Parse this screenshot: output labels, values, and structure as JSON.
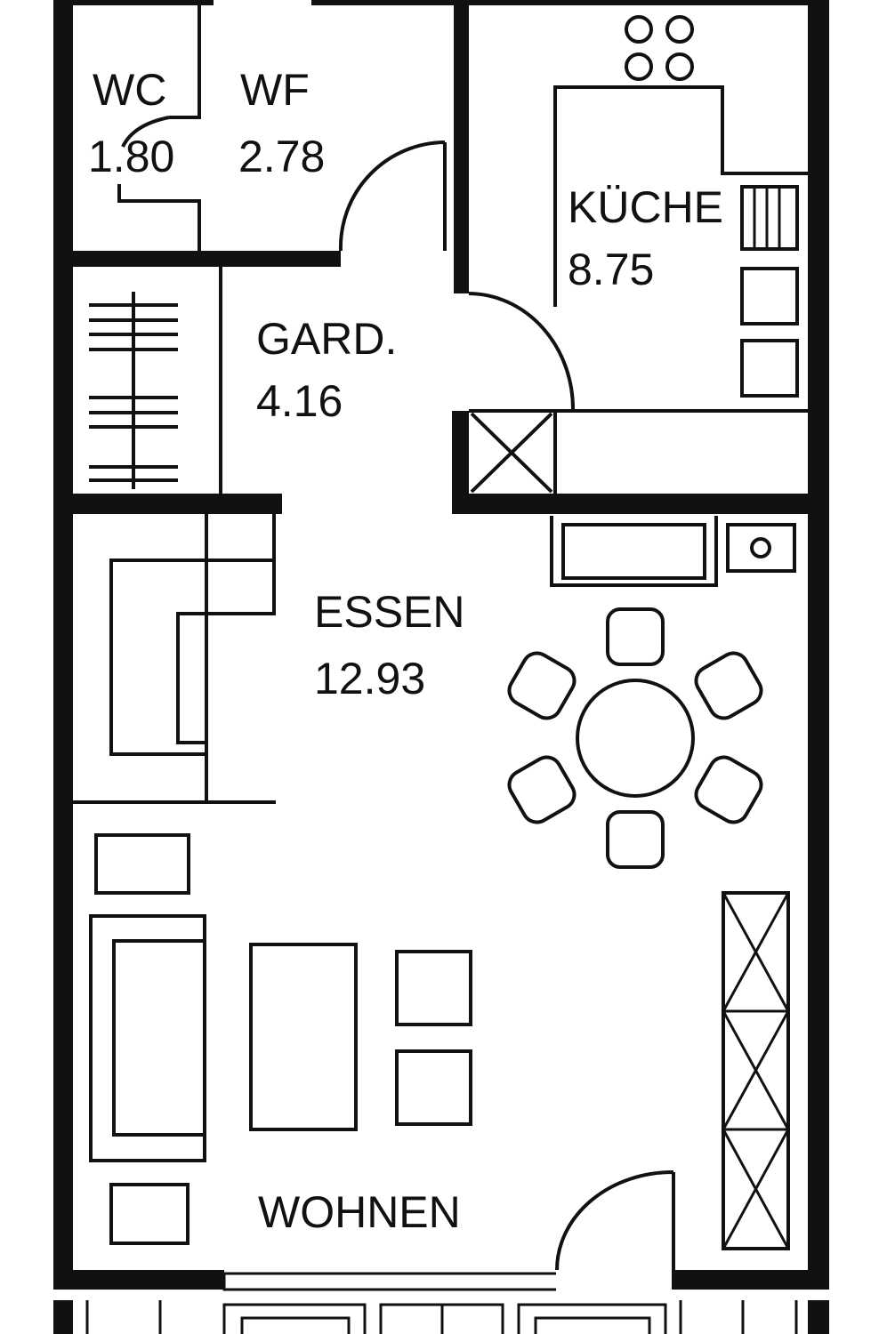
{
  "rooms": [
    {
      "name": "WC",
      "area": "1.80"
    },
    {
      "name": "WF",
      "area": "2.78"
    },
    {
      "name": "KÜCHE",
      "area": "8.75"
    },
    {
      "name": "GARD.",
      "area": "4.16"
    },
    {
      "name": "ESSEN",
      "area": "12.93"
    },
    {
      "name": "WOHNEN",
      "area": null
    }
  ],
  "colors": {
    "line": "#111111",
    "background": "#ffffff"
  }
}
